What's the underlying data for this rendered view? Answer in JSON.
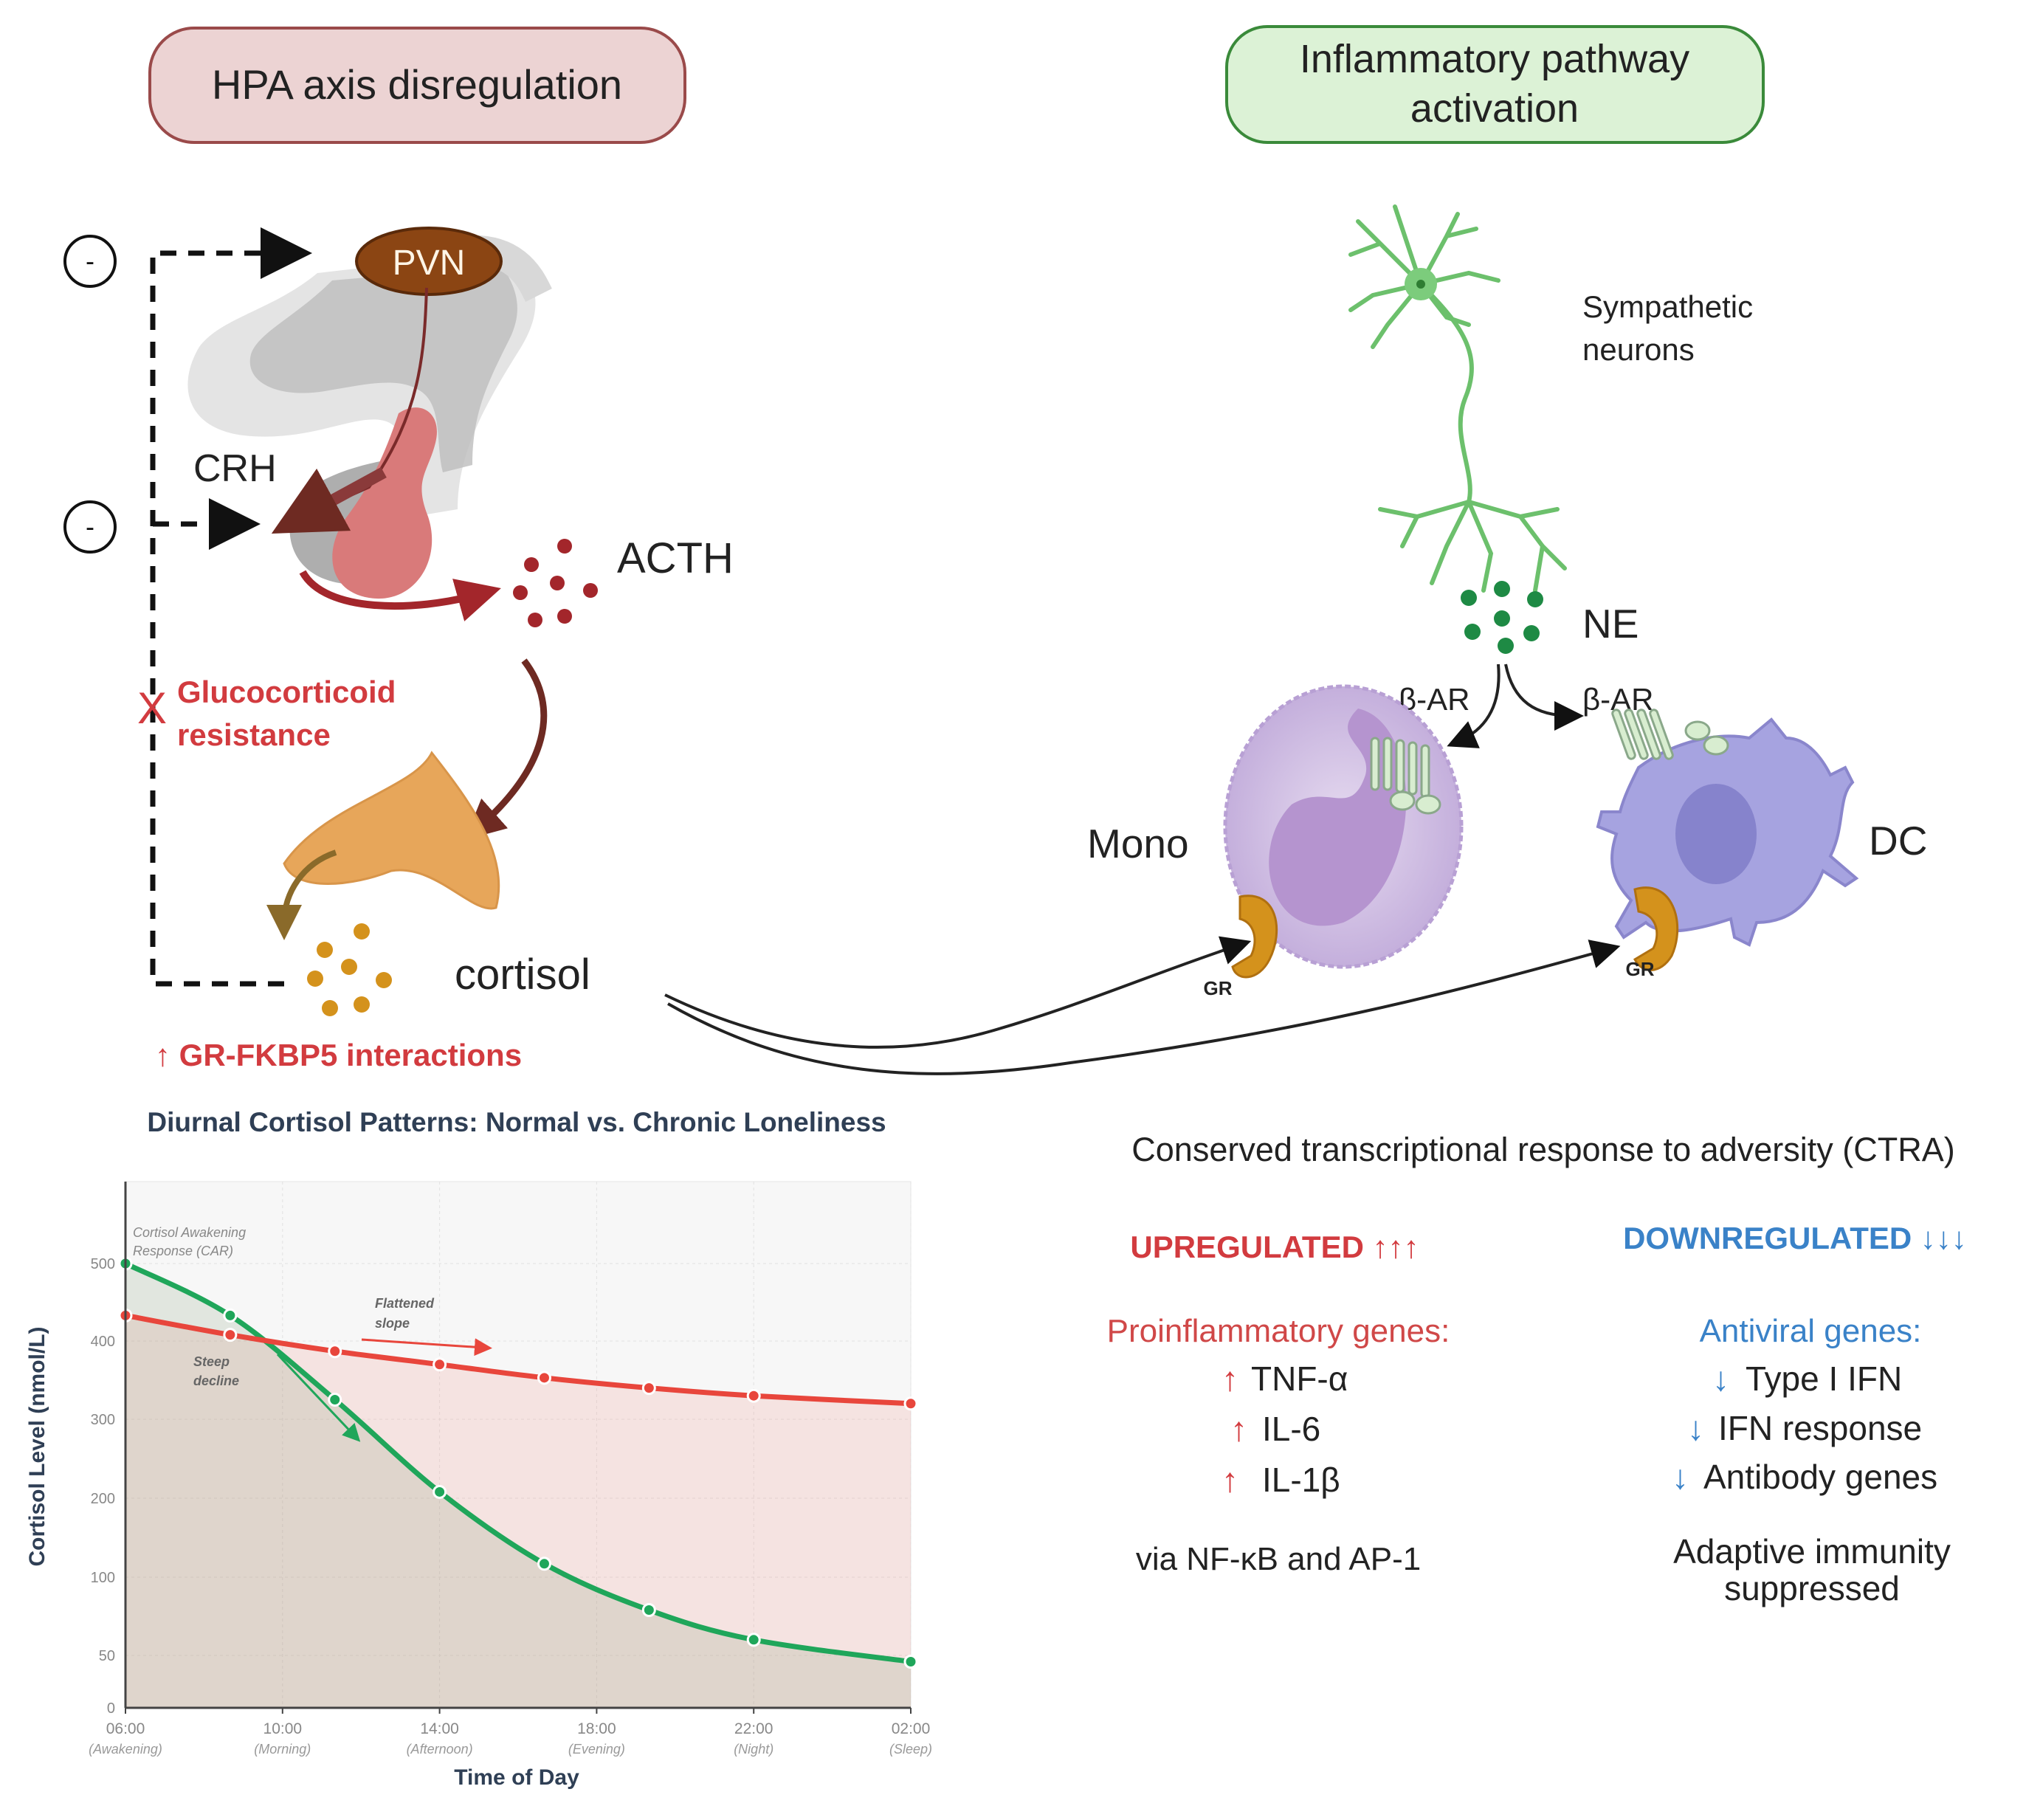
{
  "hpa": {
    "title": "HPA axis disregulation",
    "feedback_symbol": "-",
    "pvn": "PVN",
    "crh": "CRH",
    "acth": "ACTH",
    "gc_resistance_mark": "X",
    "gc_resistance_line1": "Glucocorticoid",
    "gc_resistance_line2": "resistance",
    "cortisol": "cortisol",
    "gr_fkbp5": "↑ GR-FKBP5 interactions",
    "colors": {
      "box_fill": "#ecd3d3",
      "box_border": "#9a4a4a",
      "alert": "#d23b3f",
      "pvn": "#8b4513",
      "acth": "#a3262b",
      "cortisol": "#d4921c"
    }
  },
  "inflammatory": {
    "title_line1": "Inflammatory pathway",
    "title_line2": "activation",
    "neuron_label_line1": "Sympathetic",
    "neuron_label_line2": "neurons",
    "ne": "NE",
    "beta_ar_left": "β-AR",
    "beta_ar_right": "β-AR",
    "mono": "Mono",
    "dc": "DC",
    "gr_mono": "GR",
    "gr_dc": "GR",
    "colors": {
      "box_fill": "#dcf2d6",
      "box_border": "#3a8a3a",
      "neuron": "#6cc06c",
      "ne": "#1e8a44",
      "mono": "#c9b3e0",
      "dc": "#a6a3e0",
      "gr": "#d4921c"
    }
  },
  "ctra": {
    "title": "Conserved transcriptional response to adversity (CTRA)",
    "up": {
      "heading": "UPREGULATED ↑↑↑",
      "group": "Proinflammatory genes:",
      "genes": [
        "TNF-α",
        "IL-6",
        "IL-1β"
      ],
      "arrow": "↑",
      "note": "via NF-κB  and AP-1",
      "color": "#d23b3f"
    },
    "down": {
      "heading": "DOWNREGULATED ↓↓↓",
      "group": "Antiviral genes:",
      "genes": [
        "Type I IFN",
        "IFN response",
        "Antibody genes"
      ],
      "arrow": "↓",
      "note_line1": "Adaptive immunity",
      "note_line2": "suppressed",
      "color": "#3a82c8"
    }
  },
  "chart_data": {
    "type": "line",
    "title": "Diurnal Cortisol Patterns: Normal vs. Chronic Loneliness",
    "xlabel": "Time of Day",
    "ylabel": "Cortisol Level (nmol/L)",
    "x_ticks": [
      {
        "label": "06:00",
        "sub": "(Awakening)"
      },
      {
        "label": "10:00",
        "sub": "(Morning)"
      },
      {
        "label": "14:00",
        "sub": "(Afternoon)"
      },
      {
        "label": "18:00",
        "sub": "(Evening)"
      },
      {
        "label": "22:00",
        "sub": "(Night)"
      },
      {
        "label": "02:00",
        "sub": "(Sleep)"
      }
    ],
    "y_ticks": [
      0,
      50,
      100,
      200,
      300,
      400,
      500
    ],
    "x": [
      "06:00",
      "08:40",
      "11:20",
      "14:00",
      "16:40",
      "19:20",
      "22:00",
      "02:00"
    ],
    "series": [
      {
        "color": "#1fa65a",
        "values": [
          500,
          433,
          325,
          208,
          117,
          79,
          60,
          44
        ]
      },
      {
        "color": "#e8463c",
        "values": [
          433,
          408,
          387,
          370,
          353,
          340,
          330,
          320
        ]
      }
    ],
    "annotations": {
      "car_line1": "Cortisol Awakening",
      "car_line2": "Response (CAR)",
      "flattened_line1": "Flattened",
      "flattened_line2": "slope",
      "steep_line1": "Steep",
      "steep_line2": "decline"
    },
    "grid": true,
    "legend": "none"
  }
}
